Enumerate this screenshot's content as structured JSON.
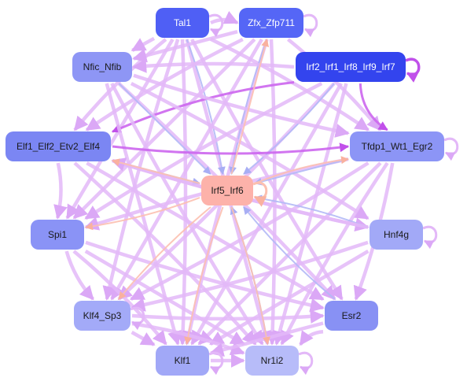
{
  "nodes": [
    {
      "id": "tal1",
      "label": "Tal1",
      "fill": "#4f5ff5",
      "text": "#ffffff"
    },
    {
      "id": "zfx",
      "label": "Zfx_Zfp711",
      "fill": "#5566f6",
      "text": "#ffffff"
    },
    {
      "id": "irf2",
      "label": "Irf2_Irf1_Irf8_Irf9_Irf7",
      "fill": "#3344ee",
      "text": "#ffffff"
    },
    {
      "id": "nfic",
      "label": "Nfic_Nfib",
      "fill": "#8e96f5",
      "text": "#1a1a1a"
    },
    {
      "id": "elf1",
      "label": "Elf1_Elf2_Etv2_Elf4",
      "fill": "#7b86f3",
      "text": "#1a1a1a"
    },
    {
      "id": "tfdp1",
      "label": "Tfdp1_Wt1_Egr2",
      "fill": "#8c95f6",
      "text": "#1a1a1a"
    },
    {
      "id": "irf5",
      "label": "Irf5_Irf6",
      "fill": "#fdb2aa",
      "text": "#1a1a1a"
    },
    {
      "id": "spi1",
      "label": "Spi1",
      "fill": "#8a93f6",
      "text": "#1a1a1a"
    },
    {
      "id": "hnf4g",
      "label": "Hnf4g",
      "fill": "#a2a9f7",
      "text": "#1a1a1a"
    },
    {
      "id": "klf4",
      "label": "Klf4_Sp3",
      "fill": "#a3aaf8",
      "text": "#1a1a1a"
    },
    {
      "id": "esr2",
      "label": "Esr2",
      "fill": "#8891f4",
      "text": "#1a1a1a"
    },
    {
      "id": "klf1",
      "label": "Klf1",
      "fill": "#a1a8f7",
      "text": "#1a1a1a"
    },
    {
      "id": "nr1i2",
      "label": "Nr1i2",
      "fill": "#b7bcf9",
      "text": "#1a1a1a"
    }
  ],
  "edges": [
    {
      "from": "tal1",
      "to": "zfx",
      "kind": "act"
    },
    {
      "from": "tal1",
      "to": "nfic",
      "kind": "act"
    },
    {
      "from": "tal1",
      "to": "elf1",
      "kind": "act"
    },
    {
      "from": "tal1",
      "to": "tfdp1",
      "kind": "act"
    },
    {
      "from": "tal1",
      "to": "spi1",
      "kind": "act"
    },
    {
      "from": "tal1",
      "to": "klf4",
      "kind": "act"
    },
    {
      "from": "tal1",
      "to": "klf1",
      "kind": "act"
    },
    {
      "from": "tal1",
      "to": "nr1i2",
      "kind": "act"
    },
    {
      "from": "tal1",
      "to": "esr2",
      "kind": "act"
    },
    {
      "from": "tal1",
      "to": "irf5",
      "kind": "rep"
    },
    {
      "from": "zfx",
      "to": "nfic",
      "kind": "act"
    },
    {
      "from": "zfx",
      "to": "elf1",
      "kind": "act"
    },
    {
      "from": "zfx",
      "to": "tfdp1",
      "kind": "act"
    },
    {
      "from": "zfx",
      "to": "klf4",
      "kind": "act"
    },
    {
      "from": "zfx",
      "to": "klf1",
      "kind": "act"
    },
    {
      "from": "zfx",
      "to": "nr1i2",
      "kind": "act"
    },
    {
      "from": "zfx",
      "to": "spi1",
      "kind": "act"
    },
    {
      "from": "zfx",
      "to": "irf5",
      "kind": "rep"
    },
    {
      "from": "irf2",
      "to": "tfdp1",
      "kind": "strong"
    },
    {
      "from": "irf2",
      "to": "elf1",
      "kind": "strong"
    },
    {
      "from": "irf2",
      "to": "nfic",
      "kind": "act"
    },
    {
      "from": "irf2",
      "to": "klf4",
      "kind": "act"
    },
    {
      "from": "irf2",
      "to": "klf1",
      "kind": "act"
    },
    {
      "from": "irf2",
      "to": "spi1",
      "kind": "act"
    },
    {
      "from": "irf2",
      "to": "irf5",
      "kind": "rep"
    },
    {
      "from": "irf2",
      "to": "nr1i2",
      "kind": "act"
    },
    {
      "from": "nfic",
      "to": "tfdp1",
      "kind": "act"
    },
    {
      "from": "nfic",
      "to": "esr2",
      "kind": "act"
    },
    {
      "from": "nfic",
      "to": "klf1",
      "kind": "act"
    },
    {
      "from": "nfic",
      "to": "nr1i2",
      "kind": "act"
    },
    {
      "from": "nfic",
      "to": "hnf4g",
      "kind": "act"
    },
    {
      "from": "nfic",
      "to": "irf5",
      "kind": "rep"
    },
    {
      "from": "elf1",
      "to": "tfdp1",
      "kind": "strong"
    },
    {
      "from": "elf1",
      "to": "spi1",
      "kind": "act"
    },
    {
      "from": "elf1",
      "to": "esr2",
      "kind": "act"
    },
    {
      "from": "elf1",
      "to": "hnf4g",
      "kind": "act"
    },
    {
      "from": "elf1",
      "to": "nr1i2",
      "kind": "act"
    },
    {
      "from": "elf1",
      "to": "irf5",
      "kind": "rep"
    },
    {
      "from": "tfdp1",
      "to": "spi1",
      "kind": "act"
    },
    {
      "from": "tfdp1",
      "to": "klf4",
      "kind": "act"
    },
    {
      "from": "tfdp1",
      "to": "klf1",
      "kind": "act"
    },
    {
      "from": "tfdp1",
      "to": "nr1i2",
      "kind": "act"
    },
    {
      "from": "tfdp1",
      "to": "esr2",
      "kind": "act"
    },
    {
      "from": "tfdp1",
      "to": "irf5",
      "kind": "rep"
    },
    {
      "from": "spi1",
      "to": "klf4",
      "kind": "act"
    },
    {
      "from": "spi1",
      "to": "klf1",
      "kind": "act"
    },
    {
      "from": "spi1",
      "to": "nr1i2",
      "kind": "act"
    },
    {
      "from": "spi1",
      "to": "esr2",
      "kind": "act"
    },
    {
      "from": "hnf4g",
      "to": "klf4",
      "kind": "act"
    },
    {
      "from": "hnf4g",
      "to": "klf1",
      "kind": "act"
    },
    {
      "from": "hnf4g",
      "to": "irf5",
      "kind": "rep"
    },
    {
      "from": "hnf4g",
      "to": "elf1",
      "kind": "act"
    },
    {
      "from": "klf4",
      "to": "klf1",
      "kind": "act"
    },
    {
      "from": "klf4",
      "to": "esr2",
      "kind": "act"
    },
    {
      "from": "klf4",
      "to": "nr1i2",
      "kind": "act"
    },
    {
      "from": "esr2",
      "to": "klf1",
      "kind": "act"
    },
    {
      "from": "esr2",
      "to": "nr1i2",
      "kind": "act"
    },
    {
      "from": "esr2",
      "to": "irf5",
      "kind": "rep"
    },
    {
      "from": "klf1",
      "to": "nr1i2",
      "kind": "act"
    },
    {
      "from": "nr1i2",
      "to": "irf5",
      "kind": "rep"
    },
    {
      "from": "irf5",
      "to": "spi1",
      "kind": "irf"
    },
    {
      "from": "irf5",
      "to": "elf1",
      "kind": "irf"
    },
    {
      "from": "irf5",
      "to": "klf4",
      "kind": "irf"
    },
    {
      "from": "irf5",
      "to": "tfdp1",
      "kind": "irf"
    },
    {
      "from": "irf5",
      "to": "zfx",
      "kind": "irf"
    },
    {
      "from": "irf5",
      "to": "klf1",
      "kind": "irf"
    },
    {
      "from": "irf5",
      "to": "nr1i2",
      "kind": "irf"
    }
  ],
  "self_loops": [
    "tal1",
    "zfx",
    "irf2",
    "tfdp1",
    "irf5",
    "hnf4g",
    "klf4",
    "klf1",
    "nr1i2"
  ],
  "colors": {
    "act": "#e3b8f8",
    "strong": "#cc66ee",
    "rep": "#b3b9f6",
    "irf": "#fcc0b0"
  }
}
